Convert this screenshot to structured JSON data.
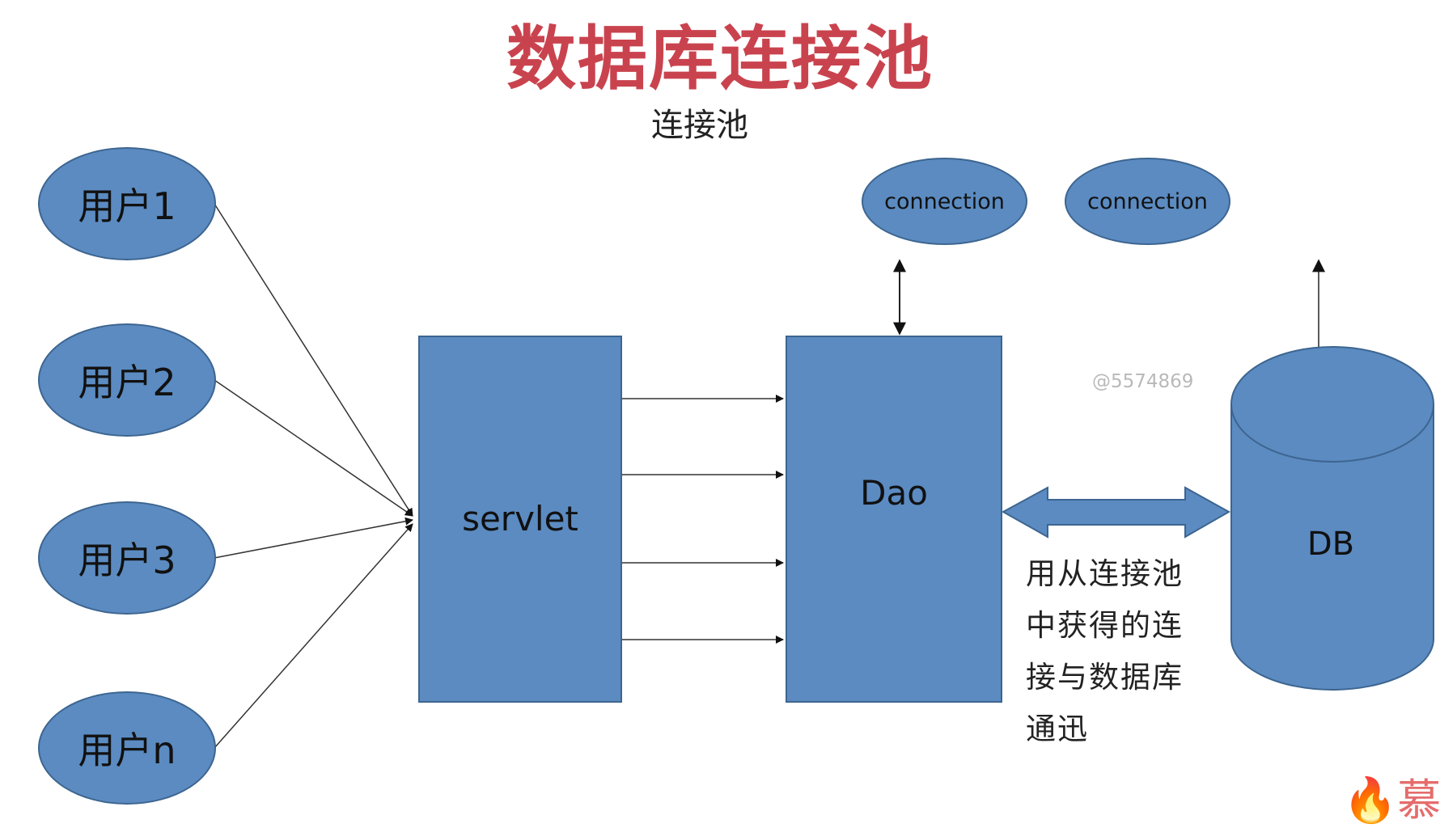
{
  "title": "数据库连接池",
  "subtitle": "连接池",
  "users": [
    "用户1",
    "用户2",
    "用户3",
    "用户n"
  ],
  "servlet_label": "servlet",
  "dao_label": "Dao",
  "connections": [
    "connection",
    "connection"
  ],
  "db_label": "DB",
  "note_lines": [
    "用从连接池",
    "中获得的连",
    "接与数据库",
    "通迅"
  ],
  "watermark": "@5574869",
  "logo_text": "慕课",
  "colors": {
    "shape_fill": "#5b8bc1",
    "shape_border": "#3d6590",
    "title": "#c9434e"
  }
}
